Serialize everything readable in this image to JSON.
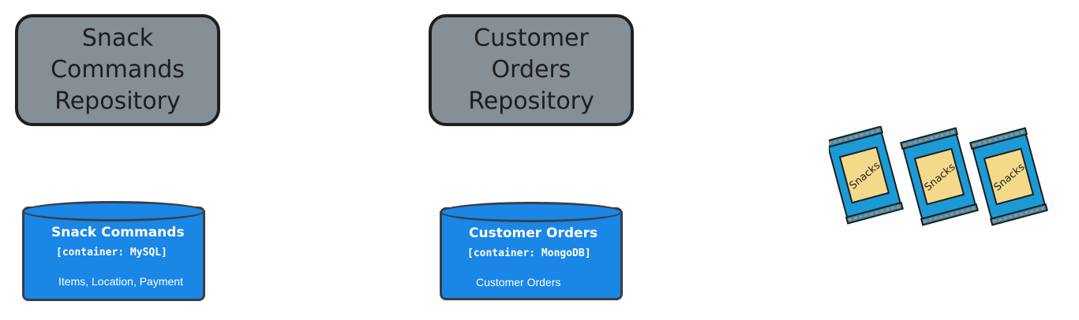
{
  "repositories": [
    {
      "label": "Snack\nCommands\nRepository"
    },
    {
      "label": "Customer\nOrders\nRepository"
    }
  ],
  "databases": [
    {
      "title": "Snack Commands",
      "tech": "[container: MySQL]",
      "description": "Items, Location, Payment"
    },
    {
      "title": "Customer Orders",
      "tech": "[container: MongoDB]",
      "description": "Customer Orders"
    }
  ],
  "snack_bags": [
    {
      "label": "Snacks"
    },
    {
      "label": "Snacks"
    },
    {
      "label": "Snacks"
    }
  ],
  "colors": {
    "repository_fill": "#868e96",
    "database_fill": "#1a86e6",
    "bag_blue": "#1b9ad6",
    "bag_label": "#f5d98b",
    "bag_trim": "#e87a3a"
  }
}
